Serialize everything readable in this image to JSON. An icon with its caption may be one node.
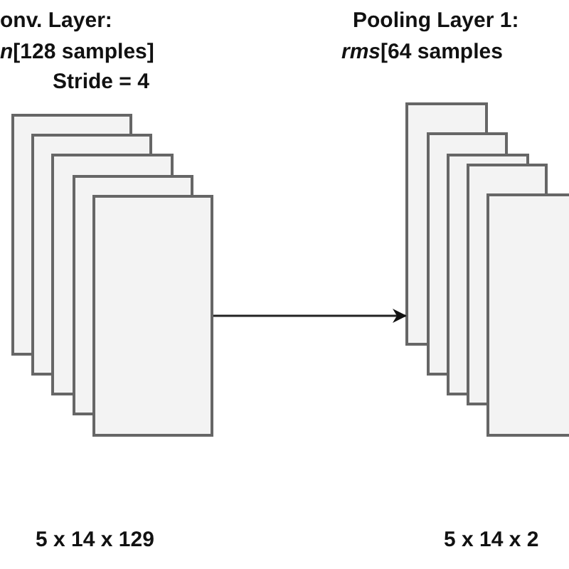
{
  "diagram": {
    "nodes": [
      {
        "text": [],
        "shape": "box"
      },
      {
        "text": [],
        "shape": "box"
      },
      {
        "text": [],
        "shape": "box"
      },
      {
        "text": [],
        "shape": "box"
      },
      {
        "text": [],
        "shape": "box"
      },
      {
        "text": [],
        "shape": "box"
      },
      {
        "text": [],
        "shape": "box"
      },
      {
        "text": [],
        "shape": "box"
      },
      {
        "text": [],
        "shape": "box"
      },
      {
        "text": [],
        "shape": "box"
      }
    ],
    "edges": [
      {
        "from": 4,
        "to": 5,
        "arrow": "to"
      }
    ],
    "labels": [
      "onv. Layer:",
      "Pooling Layer 1:",
      "*n*[128 samples]",
      "*rms*[64 samples",
      "Stride = 4",
      "5 x 14 x 129",
      "5 x 14 x 2"
    ]
  }
}
